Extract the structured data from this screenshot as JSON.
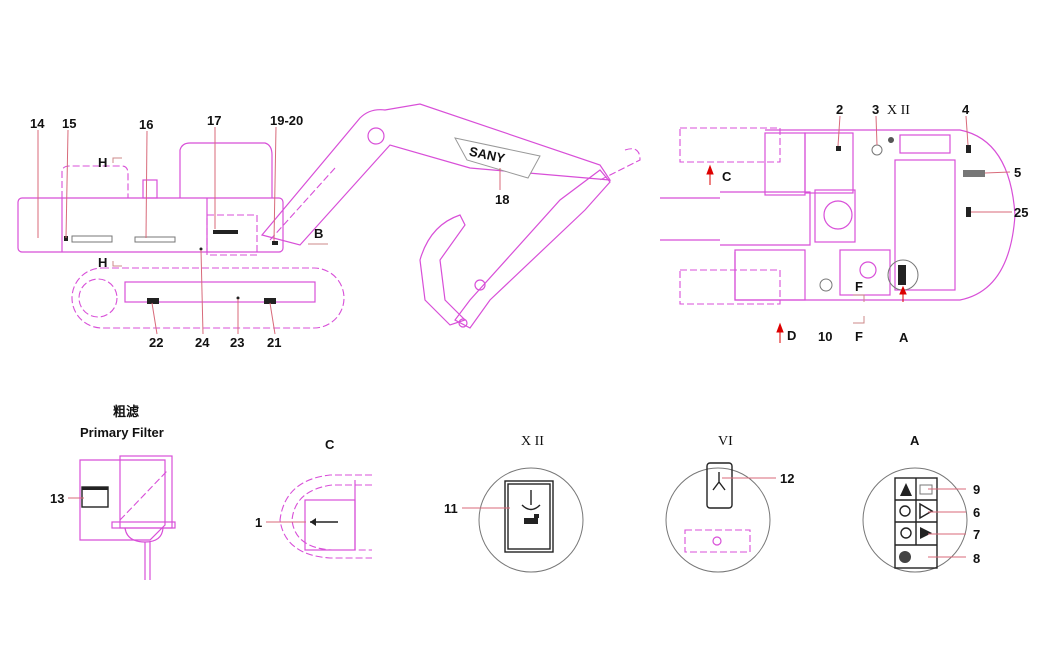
{
  "side_view": {
    "callouts": [
      "14",
      "15",
      "16",
      "17",
      "19-20",
      "18",
      "22",
      "24",
      "23",
      "21"
    ],
    "section_marks": {
      "h_top": "H",
      "h_bottom": "H",
      "b": "B"
    },
    "boom_logo": "SANY"
  },
  "top_view": {
    "callouts": [
      "2",
      "3",
      "4",
      "5",
      "25",
      "10",
      "A"
    ],
    "view_marks": {
      "xii": "X II",
      "c": "C",
      "d": "D",
      "f1": "F",
      "f2": "F"
    }
  },
  "details": {
    "primary_filter": {
      "title_cn": "粗滤",
      "title_en": "Primary Filter",
      "callout": "13"
    },
    "view_c": {
      "title": "C",
      "callout": "1"
    },
    "view_xii": {
      "title": "X II",
      "callout": "11"
    },
    "view_vi": {
      "title": "VI",
      "callout": "12"
    },
    "view_a": {
      "title": "A",
      "callouts": [
        "9",
        "6",
        "7",
        "8"
      ]
    }
  },
  "colors": {
    "outline": "#d84fd8",
    "arrow": "#dd0000",
    "text": "#111111"
  }
}
